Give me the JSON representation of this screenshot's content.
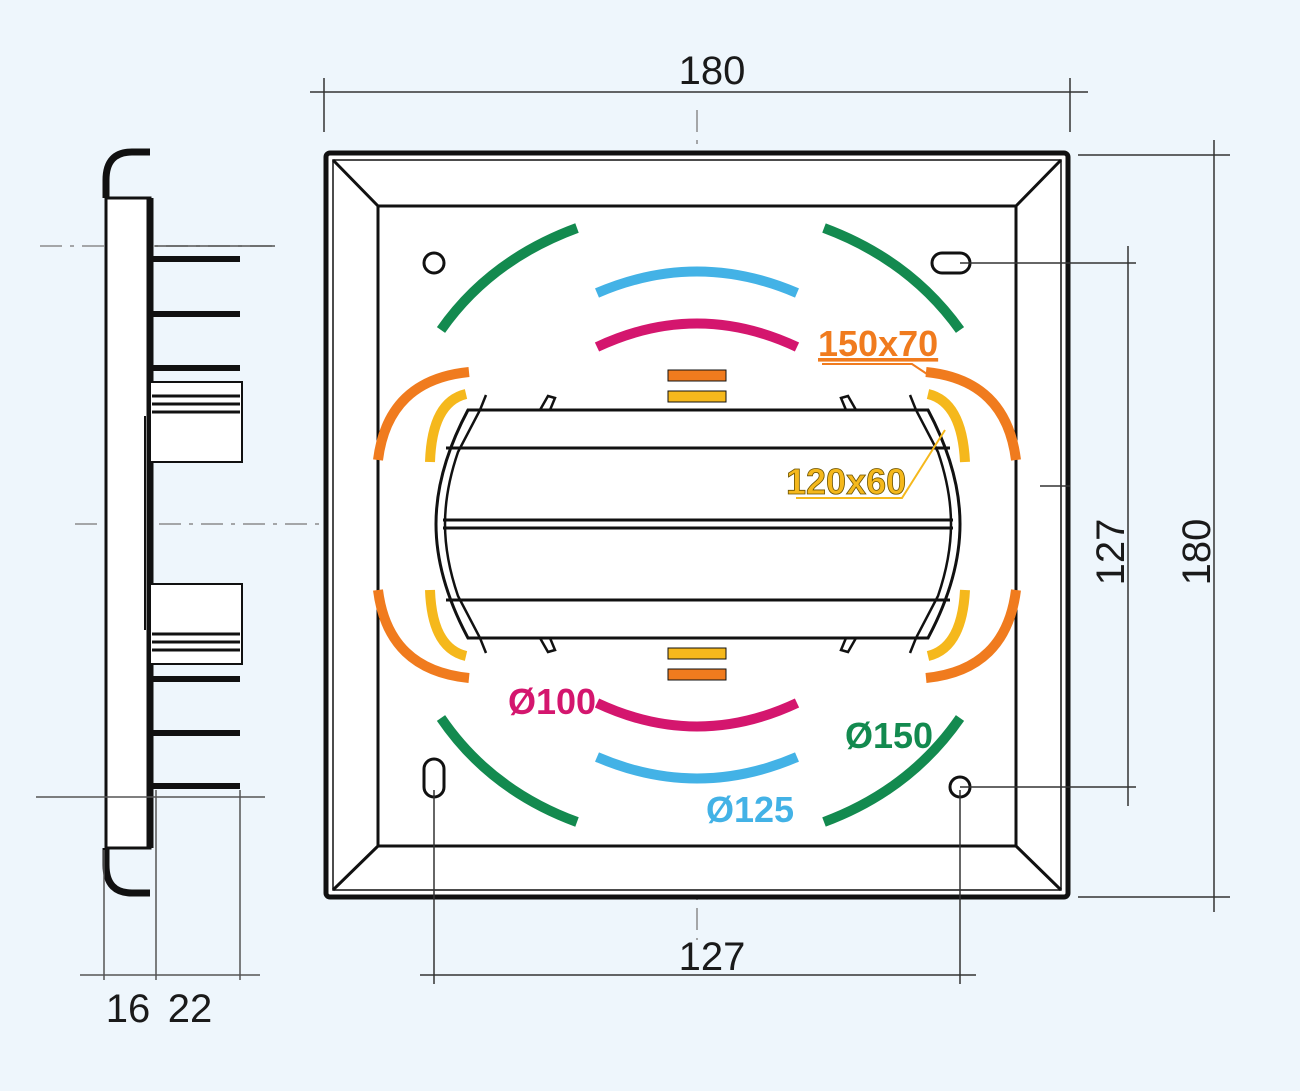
{
  "dimensions": {
    "top_width": "180",
    "right_height": "180",
    "inner_height": "127",
    "bottom_width": "127",
    "side_depth_1": "16",
    "side_depth_2": "22"
  },
  "labels": {
    "d150": "Ø150",
    "d125": "Ø125",
    "d100": "Ø100",
    "r150x70": "150x70",
    "r120x60": "120x60"
  },
  "colors": {
    "background": "#eef6fc",
    "d150": "#138a4f",
    "d125": "#43b2e6",
    "d100": "#d4166e",
    "r150x70": "#f07b1e",
    "r120x60": "#f5b81c"
  }
}
